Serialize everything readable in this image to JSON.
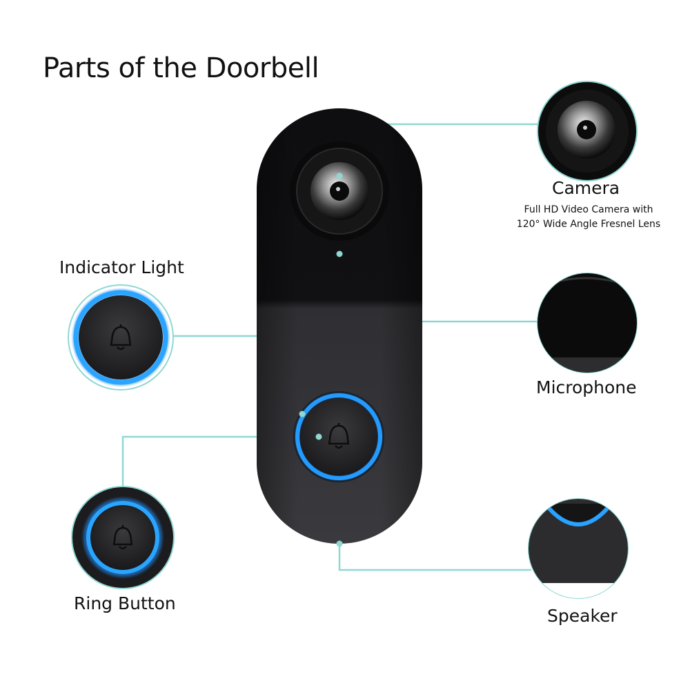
{
  "title": "Parts of the Doorbell",
  "colors": {
    "leader_line": "#8fd8d2",
    "ring_glow": "#1e8fff",
    "body_top": "#0b0b0d",
    "body_bottom": "#3b3b3f",
    "background": "#ffffff"
  },
  "parts": {
    "camera": {
      "label": "Camera",
      "description": [
        "Full HD Video Camera with",
        "120° Wide Angle Fresnel Lens"
      ],
      "icon": "camera-lens-icon"
    },
    "microphone": {
      "label": "Microphone",
      "icon": "microphone-closeup-icon"
    },
    "indicator_light": {
      "label": "Indicator Light",
      "icon": "bell-icon"
    },
    "ring_button": {
      "label": "Ring Button",
      "icon": "bell-icon"
    },
    "speaker": {
      "label": "Speaker",
      "icon": "speaker-closeup-icon"
    }
  }
}
